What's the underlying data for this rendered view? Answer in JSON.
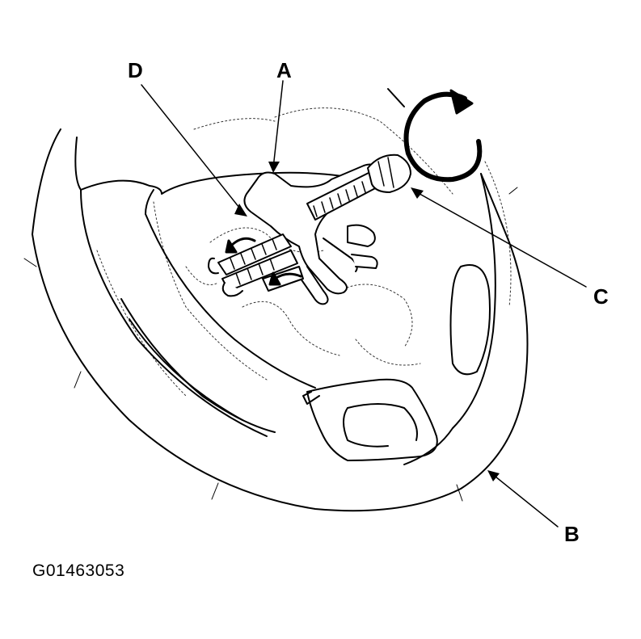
{
  "callouts": {
    "a": "A",
    "b": "B",
    "c": "C",
    "d": "D"
  },
  "figure_id": "G01463053",
  "icons": [
    "rotation-arrow-icon",
    "steering-wheel",
    "puller-tool"
  ],
  "colors": {
    "ink": "#000000",
    "paper": "#ffffff"
  }
}
